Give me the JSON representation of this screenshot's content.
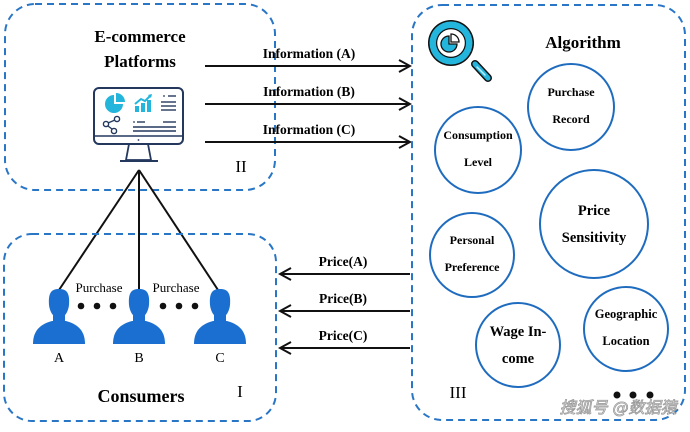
{
  "colors": {
    "panel_border": "#2a76c6",
    "circle_border": "#1f6cbf",
    "person_fill": "#1a6fd0",
    "accent_cyan": "#23b5db",
    "icon_navy": "#24385e",
    "line": "#111111"
  },
  "panels": {
    "platforms": {
      "title_line1": "E-commerce",
      "title_line2": "Platforms",
      "roman": "II",
      "icon": "monitor-dashboard-icon"
    },
    "consumers": {
      "title": "Consumers",
      "roman": "I",
      "purchase_labels": [
        "Purchase",
        "Purchase"
      ],
      "people": [
        "A",
        "B",
        "C"
      ],
      "icon": "person-icon"
    },
    "algorithm": {
      "title": "Algorithm",
      "roman": "III",
      "icon": "magnifier-chart-icon",
      "factors": [
        {
          "line1": "Purchase",
          "line2": "Record"
        },
        {
          "line1": "Consumption",
          "line2": "Level"
        },
        {
          "line1": "Price",
          "line2": "Sensitivity"
        },
        {
          "line1": "Personal",
          "line2": "Preference"
        },
        {
          "line1": "Wage In-",
          "line2": "come"
        },
        {
          "line1": "Geographic",
          "line2": "Location"
        }
      ]
    }
  },
  "arrows": {
    "information": [
      "Information (A)",
      "Information (B)",
      "Information (C)"
    ],
    "price": [
      "Price(A)",
      "Price(B)",
      "Price(C)"
    ]
  },
  "watermark": "搜狐号 @数据猿"
}
